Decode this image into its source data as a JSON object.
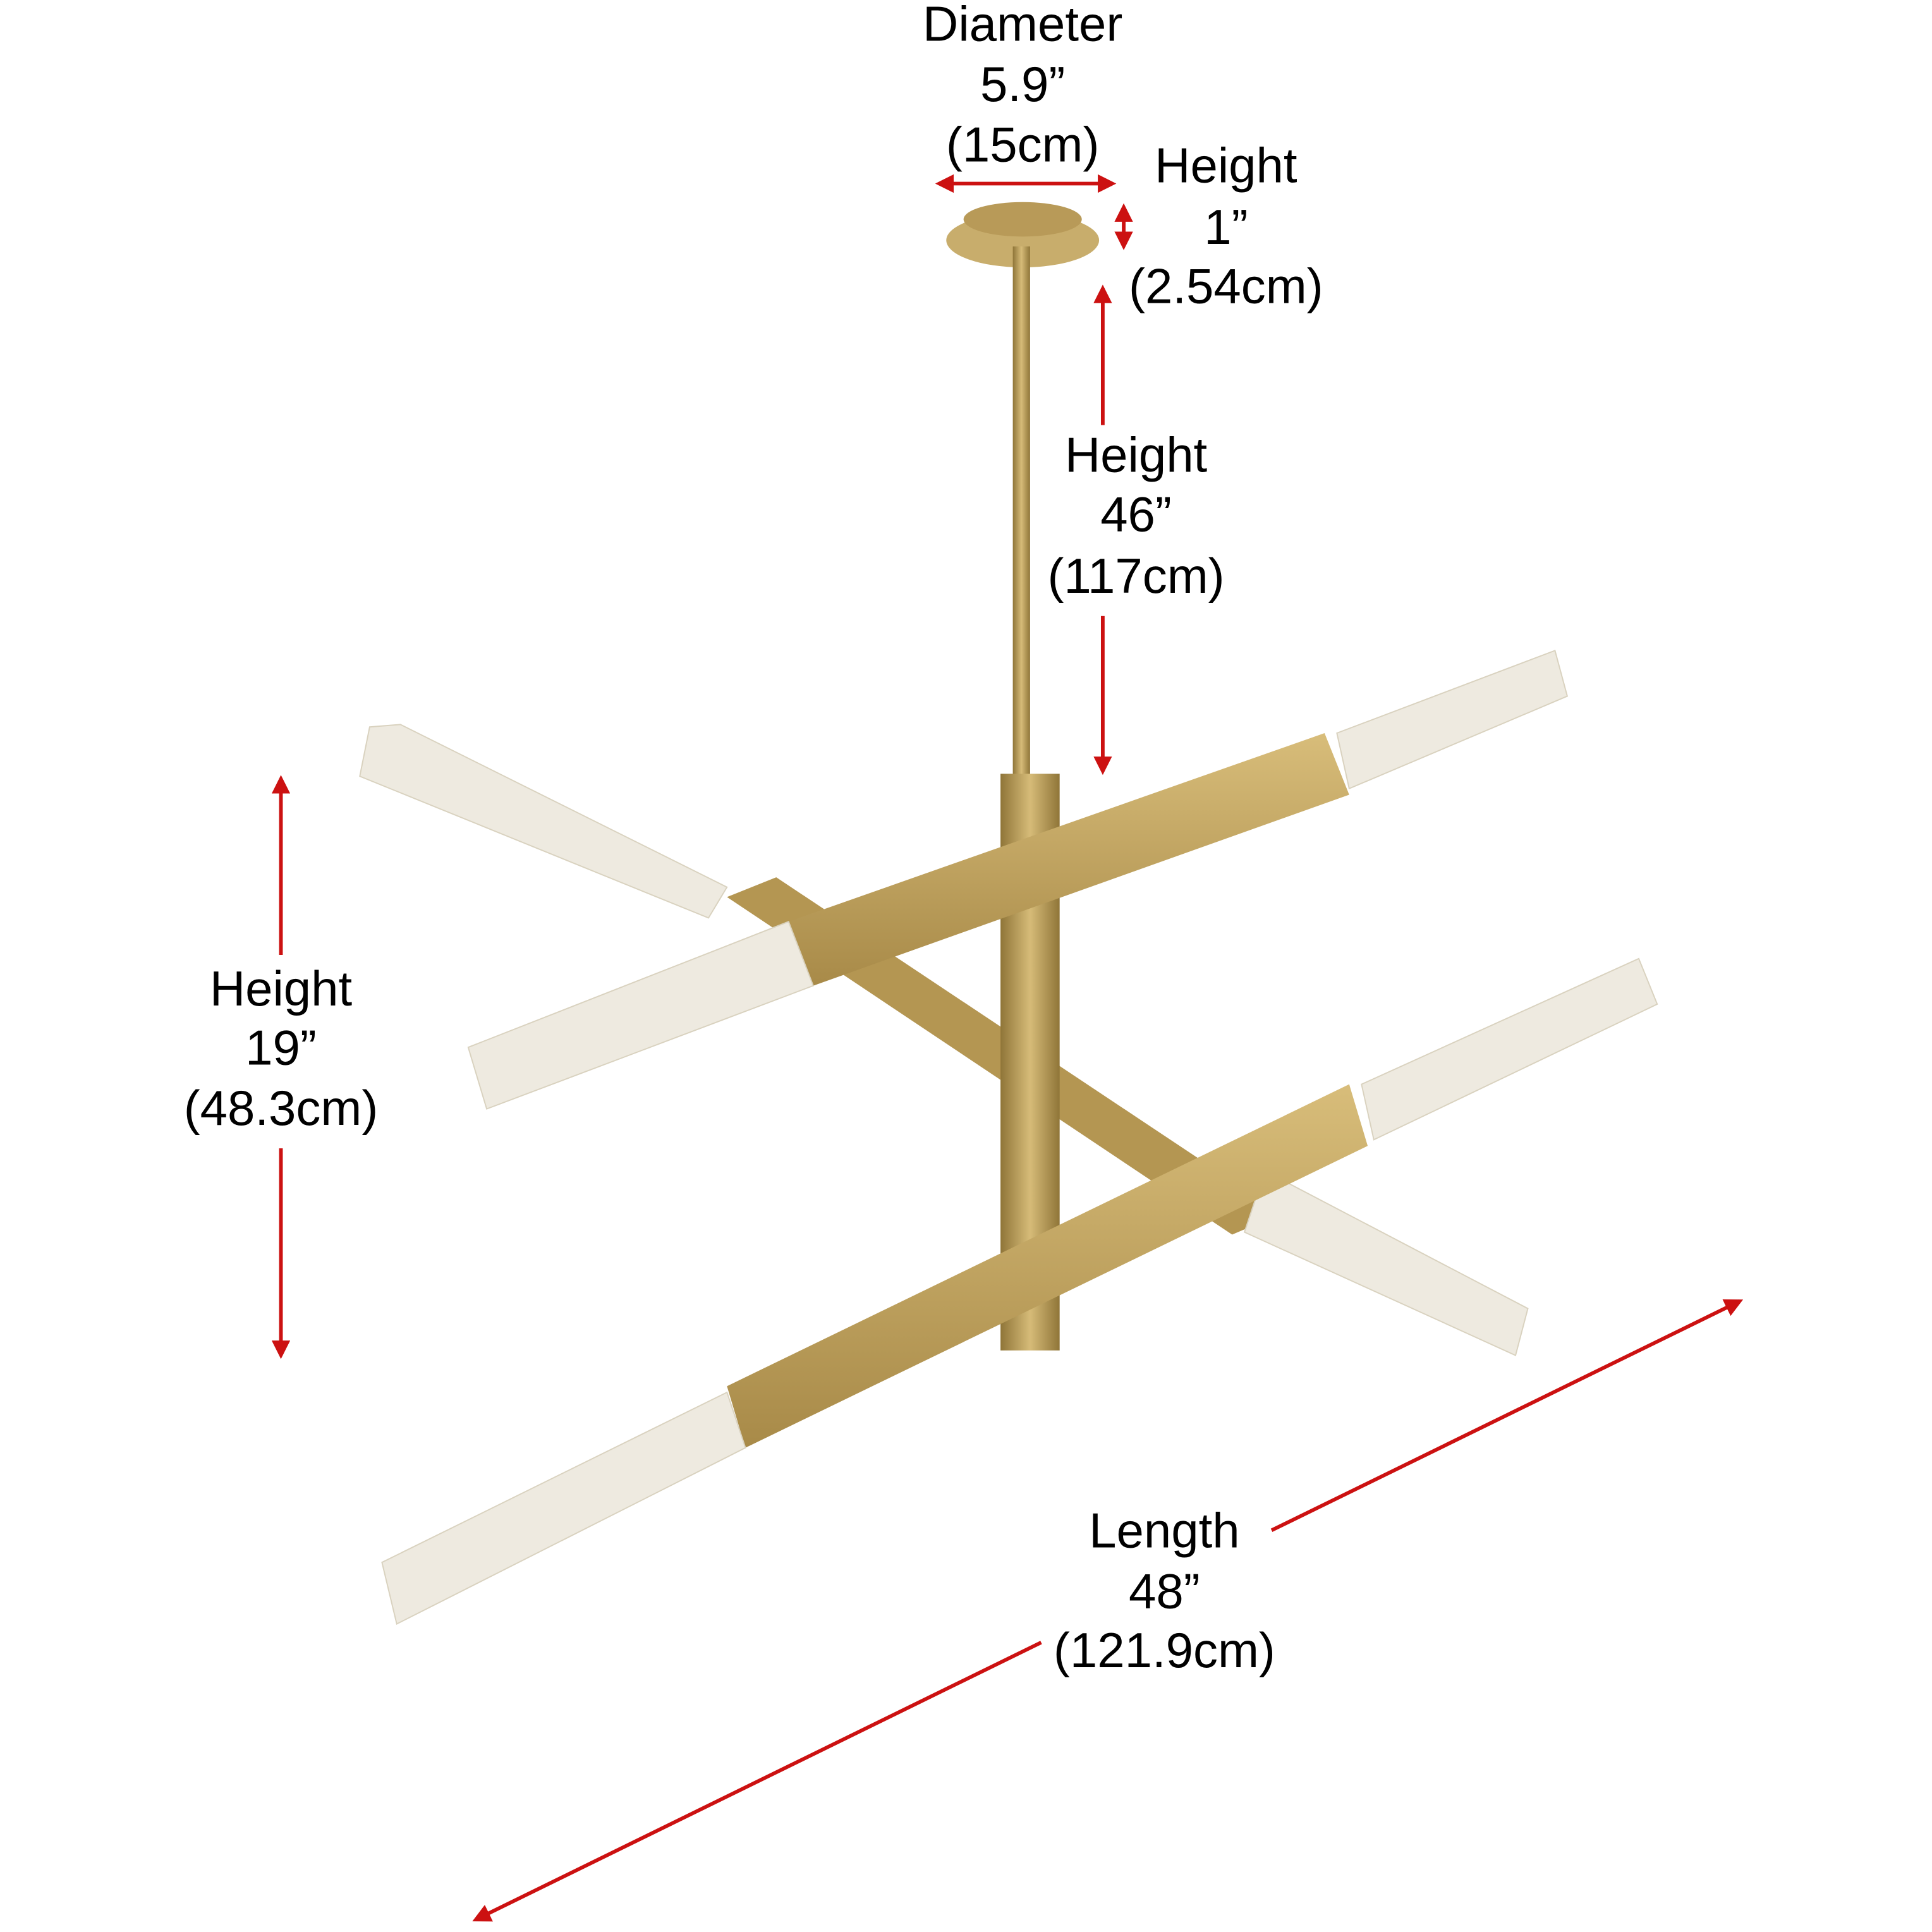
{
  "colors": {
    "arrow": "#cc1111",
    "brass": "#c2a35f",
    "brass_dark": "#9c7f3f",
    "crystal": "#eeeae0"
  },
  "dimensions": {
    "diameter": {
      "label": "Diameter",
      "imperial": "5.9”",
      "metric": "(15cm)"
    },
    "canopy_height": {
      "label": "Height",
      "imperial": "1”",
      "metric": "(2.54cm)"
    },
    "overall_height": {
      "label": "Height",
      "imperial": "46”",
      "metric": "(117cm)"
    },
    "body_height": {
      "label": "Height",
      "imperial": "19”",
      "metric": "(48.3cm)"
    },
    "length": {
      "label": "Length",
      "imperial": "48”",
      "metric": "(121.9cm)"
    }
  }
}
